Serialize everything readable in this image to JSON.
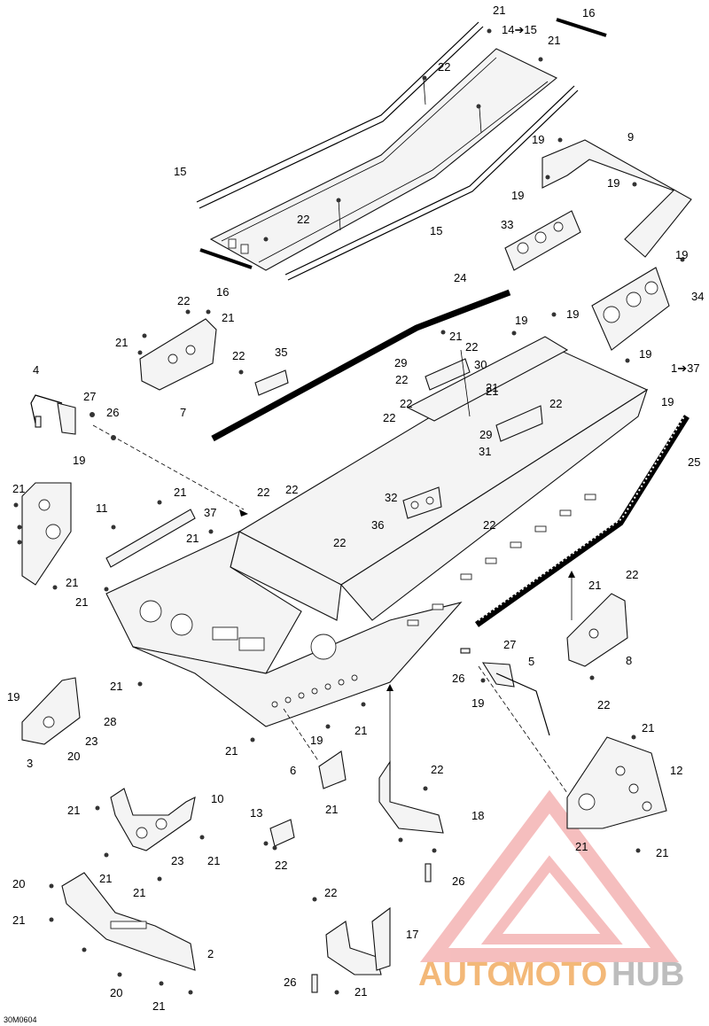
{
  "diagram": {
    "drawing_code": "30M0604",
    "watermark": {
      "part1": "AUTO",
      "part2": "MOTO",
      "part3": "HUB",
      "logo_color": "#ee8a8a",
      "text_color_1": "#f3b878",
      "text_color_2": "#bdbdbd"
    },
    "callouts": [
      "21",
      "16",
      "14➔15",
      "21",
      "22",
      "9",
      "19",
      "15",
      "19",
      "19",
      "22",
      "15",
      "33",
      "19",
      "16",
      "34",
      "24",
      "22",
      "19",
      "21",
      "19",
      "21",
      "21",
      "22",
      "22",
      "21",
      "29",
      "30",
      "35",
      "19",
      "1➔37",
      "4",
      "7",
      "22",
      "21",
      "27",
      "26",
      "22",
      "22",
      "19",
      "29",
      "25",
      "19",
      "22",
      "31",
      "21",
      "21",
      "11",
      "22",
      "22",
      "32",
      "37",
      "36",
      "22",
      "21",
      "22",
      "21",
      "21",
      "21",
      "22",
      "27",
      "8",
      "5",
      "26",
      "19",
      "22",
      "19",
      "28",
      "21",
      "21",
      "23",
      "3",
      "20",
      "21",
      "19",
      "22",
      "12",
      "6",
      "21",
      "18",
      "10",
      "21",
      "13",
      "21",
      "23",
      "21",
      "22",
      "21",
      "21",
      "21",
      "26",
      "20",
      "21",
      "22",
      "17",
      "21",
      "2",
      "20",
      "21",
      "26",
      "21"
    ]
  }
}
